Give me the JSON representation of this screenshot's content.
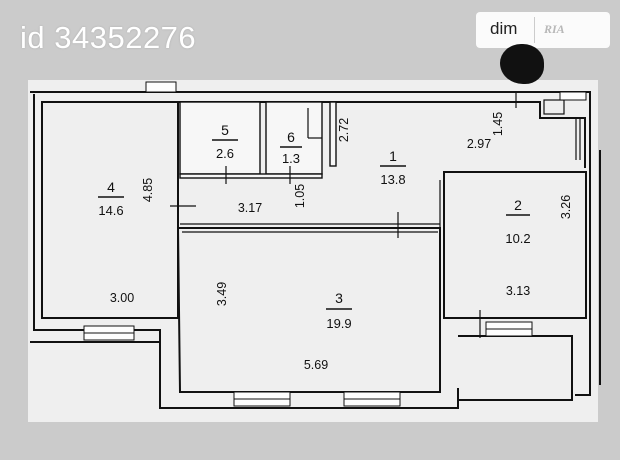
{
  "listing": {
    "id_text": "id 34352276"
  },
  "brand": {
    "label": "dim",
    "sub_label": "RIA"
  },
  "plan": {
    "rooms": [
      {
        "number": "1",
        "area": "13.8"
      },
      {
        "number": "2",
        "area": "10.2"
      },
      {
        "number": "3",
        "area": "19.9"
      },
      {
        "number": "4",
        "area": "14.6"
      },
      {
        "number": "5",
        "area": "2.6"
      },
      {
        "number": "6",
        "area": "1.3"
      }
    ],
    "dimensions": [
      "4.85",
      "3.00",
      "3.17",
      "1.05",
      "2.72",
      "2.97",
      "1.45",
      "3.26",
      "3.13",
      "3.49",
      "5.69"
    ]
  },
  "colors": {
    "background": "#c9c9c9",
    "line": "#111111",
    "wall_fill": "#f4f4f4",
    "room_fill": "#ffffff"
  }
}
